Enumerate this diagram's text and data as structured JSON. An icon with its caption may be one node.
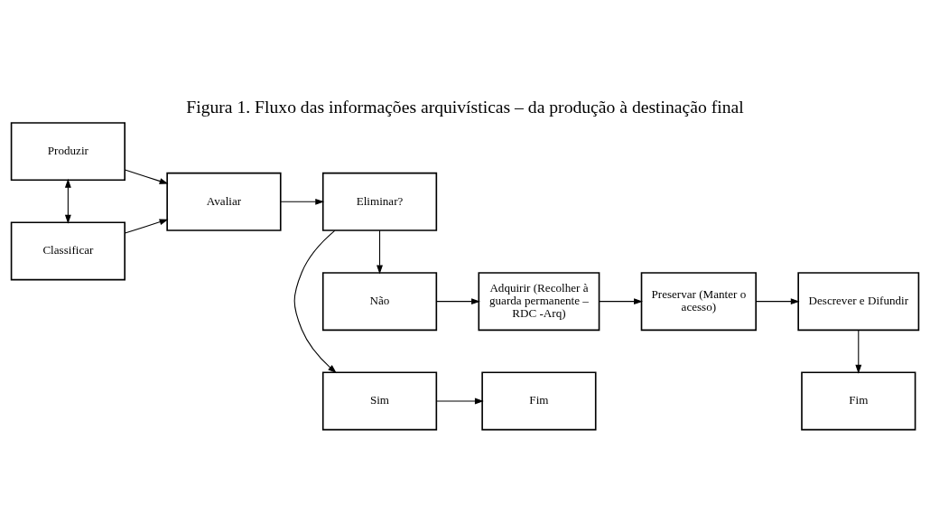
{
  "diagram": {
    "title": "Figura 1. Fluxo das informações arquivísticas – da produção à destinação final",
    "nodes": [
      {
        "text": [
          "Produzir"
        ]
      },
      {
        "text": [
          "Classificar"
        ]
      },
      {
        "text": [
          "Avaliar"
        ]
      },
      {
        "text": [
          "Eliminar?"
        ]
      },
      {
        "text": [
          "Sim"
        ]
      },
      {
        "text": [
          "Fim"
        ]
      },
      {
        "text": [
          "Não"
        ]
      },
      {
        "text": [
          "Adquirir (Recolher à guarda permanente – RDC -Arq)"
        ]
      },
      {
        "text": [
          "Preservar (Manter o acesso)"
        ]
      },
      {
        "text": [
          "Descrever e Difundir"
        ]
      },
      {
        "text": [
          "Fim"
        ]
      }
    ],
    "edges": [
      {
        "from": 0,
        "to": 1,
        "arrow": "both"
      },
      {
        "from": 0,
        "to": 2,
        "arrow": "to"
      },
      {
        "from": 1,
        "to": 2,
        "arrow": "to"
      },
      {
        "from": 2,
        "to": 3,
        "arrow": "to"
      },
      {
        "from": 3,
        "to": 4,
        "arrow": "to"
      },
      {
        "from": 4,
        "to": 5,
        "arrow": "to"
      },
      {
        "from": 3,
        "to": 6,
        "arrow": "to"
      },
      {
        "from": 6,
        "to": 7,
        "arrow": "to"
      },
      {
        "from": 7,
        "to": 8,
        "arrow": "to"
      },
      {
        "from": 8,
        "to": 9,
        "arrow": "to"
      },
      {
        "from": 9,
        "to": 10,
        "arrow": "to"
      }
    ]
  }
}
